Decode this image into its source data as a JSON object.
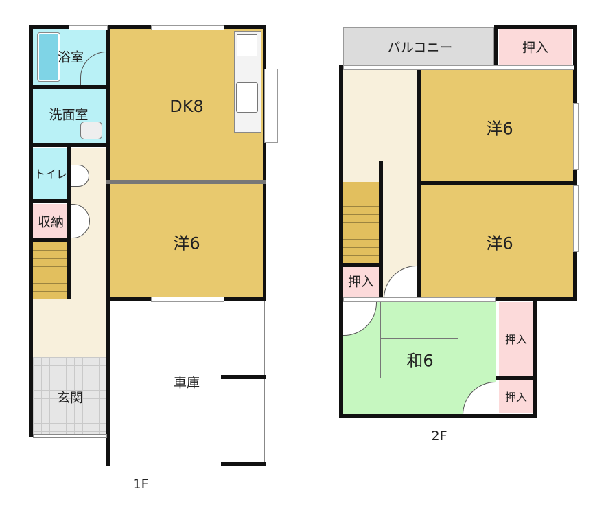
{
  "floors": [
    {
      "label": "1F",
      "rooms": {
        "bath": "浴室",
        "washroom": "洗面室",
        "toilet": "トイレ",
        "storage": "収納",
        "entrance": "玄関",
        "dk": "DK8",
        "western": "洋6",
        "garage": "車庫"
      }
    },
    {
      "label": "2F",
      "rooms": {
        "balcony": "バルコニー",
        "closet_top": "押入",
        "western_top": "洋6",
        "western_bottom": "洋6",
        "closet_stairs": "押入",
        "japanese": "和6",
        "closet_right1": "押入",
        "closet_right2": "押入"
      }
    }
  ],
  "colors": {
    "wood": "#E8C96E",
    "water": "#B9F1F6",
    "closet": "#FCDADA",
    "tatami": "#C6F7C0",
    "hall": "#F8F0DC",
    "balcony": "#DCDCDC"
  }
}
